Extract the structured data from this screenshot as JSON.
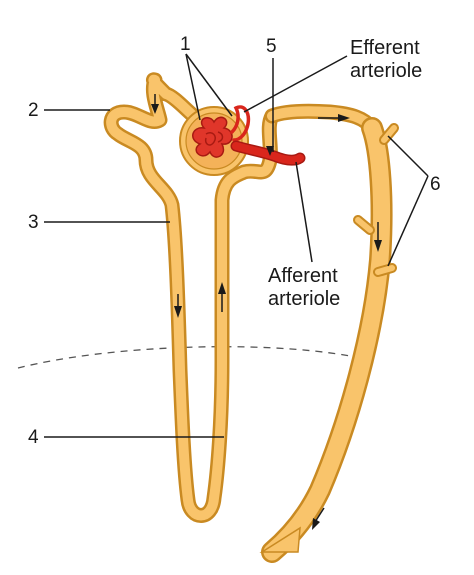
{
  "labels": {
    "n1": "1",
    "n2": "2",
    "n3": "3",
    "n4": "4",
    "n5": "5",
    "n6": "6",
    "efferent_line1": "Efferent",
    "efferent_line2": "arteriole",
    "afferent_line1": "Afferent",
    "afferent_line2": "arteriole"
  },
  "colors": {
    "tubule_fill": "#f9c46b",
    "tubule_outline": "#c98a22",
    "capsule": "#e8a040",
    "vessel_red": "#d9261c",
    "vessel_dark": "#a81a12",
    "leader_line": "#1a1a1a",
    "boundary_dash": "#555555"
  }
}
